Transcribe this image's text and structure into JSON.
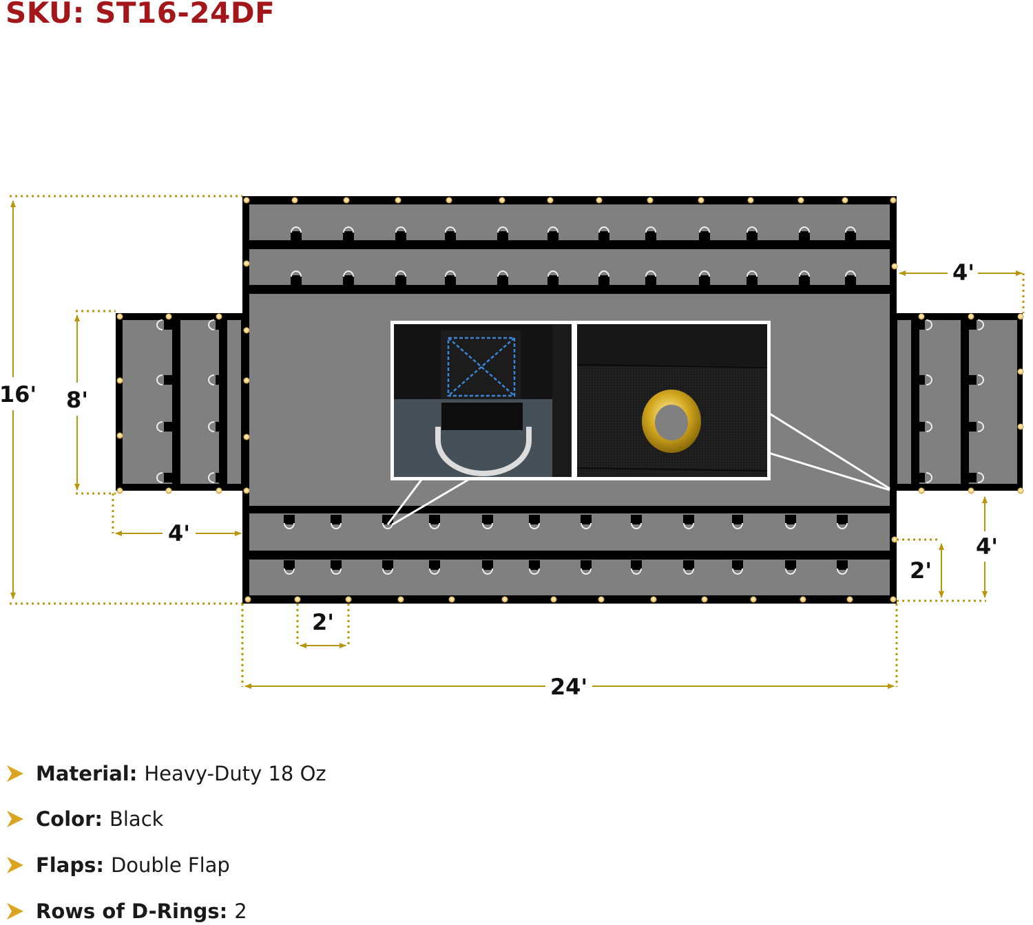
{
  "header": {
    "sku": "SKU: ST16-24DF"
  },
  "colors": {
    "sku_red": "#a3161a",
    "tarp_gray": "#808080",
    "tarp_border": "#000000",
    "grommet_gold": "#f4d58a",
    "dimension_gold": "#b8960c",
    "dring_white": "#f0f0f0",
    "bullet_gold": "#d9a520"
  },
  "dimensions": {
    "overall_height": "16'",
    "overall_width": "24'",
    "side_flap_height": "8'",
    "left_flap_width": "4'",
    "right_flap_width": "4'",
    "right_flap_offset": "4'",
    "flap_row_spacing": "2'",
    "grommet_spacing": "2'"
  },
  "insets": [
    {
      "name": "D-Ring detail",
      "icon": "d-ring-icon"
    },
    {
      "name": "Brass grommet detail",
      "icon": "grommet-icon"
    }
  ],
  "specs": [
    {
      "key": "Material:",
      "value": "Heavy-Duty 18 Oz"
    },
    {
      "key": "Color:",
      "value": "Black"
    },
    {
      "key": "Flaps:",
      "value": "Double Flap"
    },
    {
      "key": "Rows of D-Rings:",
      "value": "2"
    }
  ]
}
